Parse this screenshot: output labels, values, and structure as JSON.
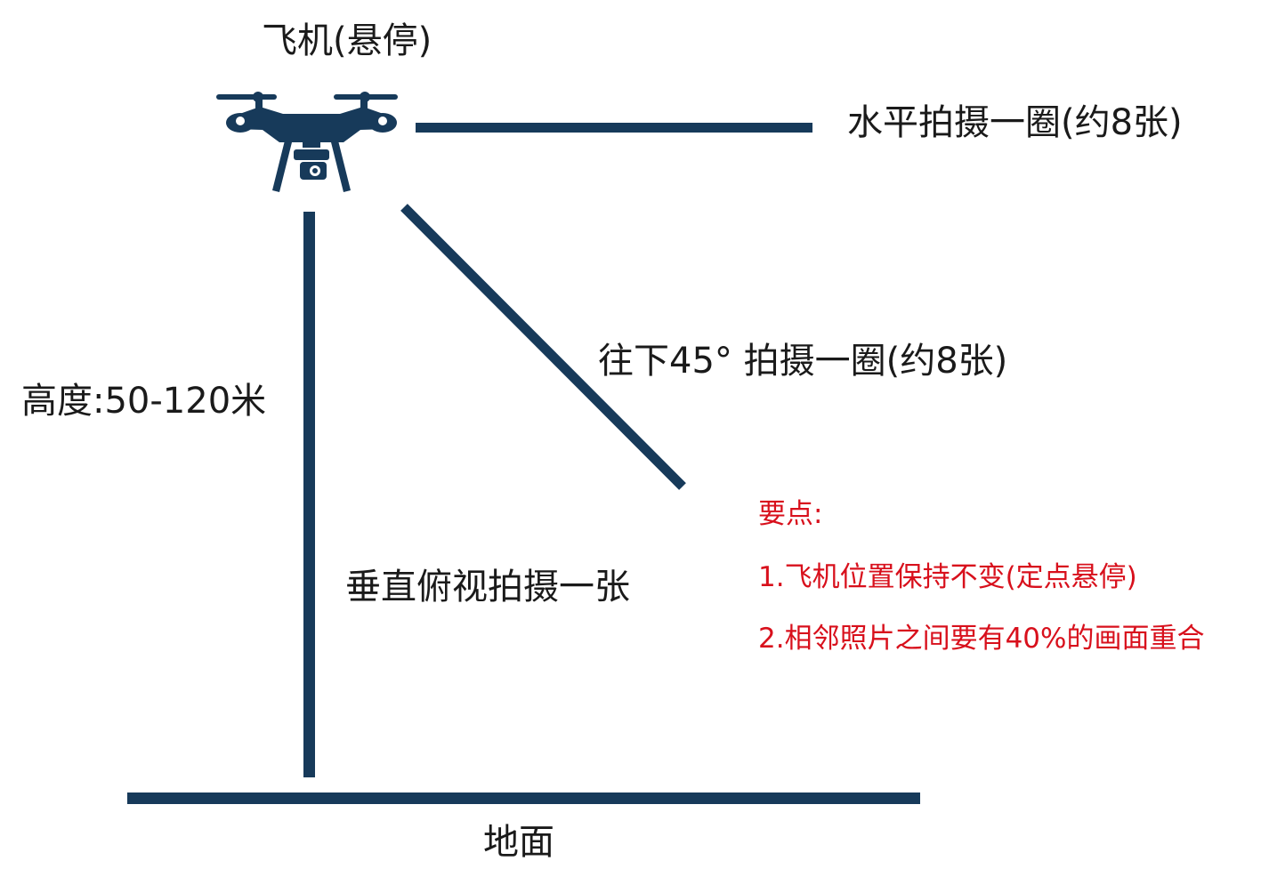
{
  "colors": {
    "line": "#173a5a",
    "drone": "#173a5a",
    "text": "#1a1a1a",
    "note": "#d8101c"
  },
  "drone": {
    "title": "飞机(悬停)",
    "icon": "drone-icon"
  },
  "paths": {
    "horizontal": "水平拍摄一圈(约8张)",
    "oblique": "往下45° 拍摄一圈(约8张)",
    "vertical": "垂直俯视拍摄一张"
  },
  "height_label": "高度:50-120米",
  "ground_label": "地面",
  "notes": {
    "heading": "要点:",
    "items": [
      "1.飞机位置保持不变(定点悬停)",
      "2.相邻照片之间要有40%的画面重合"
    ]
  }
}
